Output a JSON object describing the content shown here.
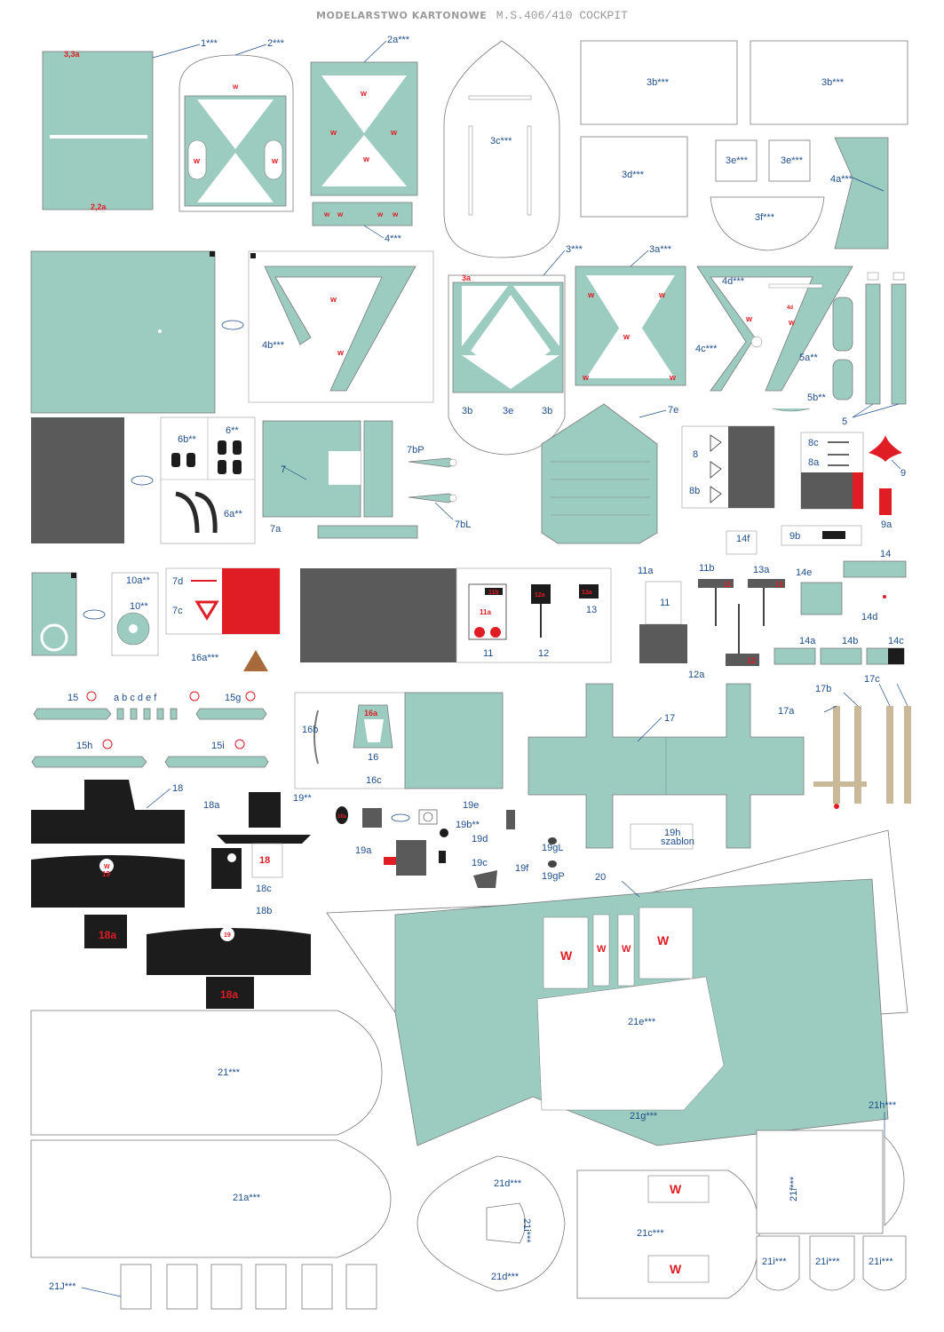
{
  "header": {
    "brand": "MODELARSTWO KARTONOWE",
    "title": "M.S.406/410 COCKPIT"
  },
  "colors": {
    "part_fill": "#9ccbbf",
    "outline": "#7a7a7a",
    "label": "#1e4e8c",
    "red": "#e01c24",
    "dark": "#1c1c1c",
    "grey": "#5a5a5a",
    "tan": "#c9b998",
    "rust": "#a86a3a"
  },
  "labels": {
    "p1": "1***",
    "p2": "2***",
    "p2a": "2a***",
    "p33a_small": "3,3a",
    "p22a_small": "2,2a",
    "p3c": "3c***",
    "p3b1": "3b***",
    "p3b2": "3b***",
    "p3d": "3d***",
    "p3e1": "3e***",
    "p3e2": "3e***",
    "p3f": "3f***",
    "p4a": "4a***",
    "p4": "4***",
    "p3": "3***",
    "p3a": "3a***",
    "p3a_small": "3a",
    "p4b": "4b***",
    "p4d": "4d***",
    "p4d_small": "4d",
    "p4c": "4c***",
    "p5a": "5a**",
    "p5b": "5b**",
    "p5": "5",
    "p3b_s": "3b",
    "p3e_s": "3e",
    "p3b_s2": "3b",
    "p6b": "6b**",
    "p6": "6**",
    "p6a": "6a**",
    "p7": "7",
    "p7a": "7a",
    "p7bP": "7bP",
    "p7bL": "7bL",
    "p7e": "7e",
    "p8": "8",
    "p8b": "8b",
    "p8c": "8c",
    "p8a": "8a",
    "p9": "9",
    "p9a": "9a",
    "p9b": "9b",
    "p14f": "14f",
    "p10a": "10a**",
    "p10": "10**",
    "p7d": "7d",
    "p7c": "7c",
    "p16a": "16a***",
    "p11b_box": "11b",
    "p11a_box": "11a",
    "p12a_box": "12a",
    "p13a_box": "13a",
    "p11n": "11",
    "p12n": "12",
    "p13n": "13",
    "p11a": "11a",
    "p11": "11",
    "p11b": "11b",
    "p13a": "13a",
    "p14e": "14e",
    "p14": "14",
    "p14d": "14d",
    "p12a": "12a",
    "p12": "12",
    "p14a": "14a",
    "p14b": "14b",
    "p14c": "14c",
    "p15": "15",
    "p15abc": "a  b  c  d  e  f",
    "p15g": "15g",
    "p15h": "15h",
    "p15i": "15i",
    "p16b": "16b",
    "p16a_small": "16a",
    "p16": "16",
    "p16c": "16c",
    "p17": "17",
    "p17a": "17a",
    "p17b": "17b",
    "p17c": "17c",
    "p18": "18",
    "p18a": "18a",
    "p18_red": "18",
    "p18c": "18c",
    "p18a_red": "18a",
    "p18b": "18b",
    "p18a_red2": "18a",
    "p19": "19**",
    "p19e": "19e",
    "p19b": "19b**",
    "p19d": "19d",
    "p19a": "19a",
    "p19c": "19c",
    "p19f": "19f",
    "p19gL": "19gL",
    "p19gP": "19gP",
    "p19h": "19h",
    "p19h_s": "szablon",
    "p20": "20",
    "p21e": "21e***",
    "p21g": "21g***",
    "p21": "21***",
    "p21a": "21a***",
    "p21d1": "21d***",
    "p21d2": "21d***",
    "p21j": "21J***",
    "p21i_rot": "21i***",
    "p21c": "21c***",
    "p21f": "21f***",
    "p21h": "21h***",
    "p21i1": "21i***",
    "p21i2": "21i***",
    "p21i3": "21i***",
    "w": "W",
    "w_small": "w",
    "p19_red": "19",
    "p19_small": "19"
  }
}
